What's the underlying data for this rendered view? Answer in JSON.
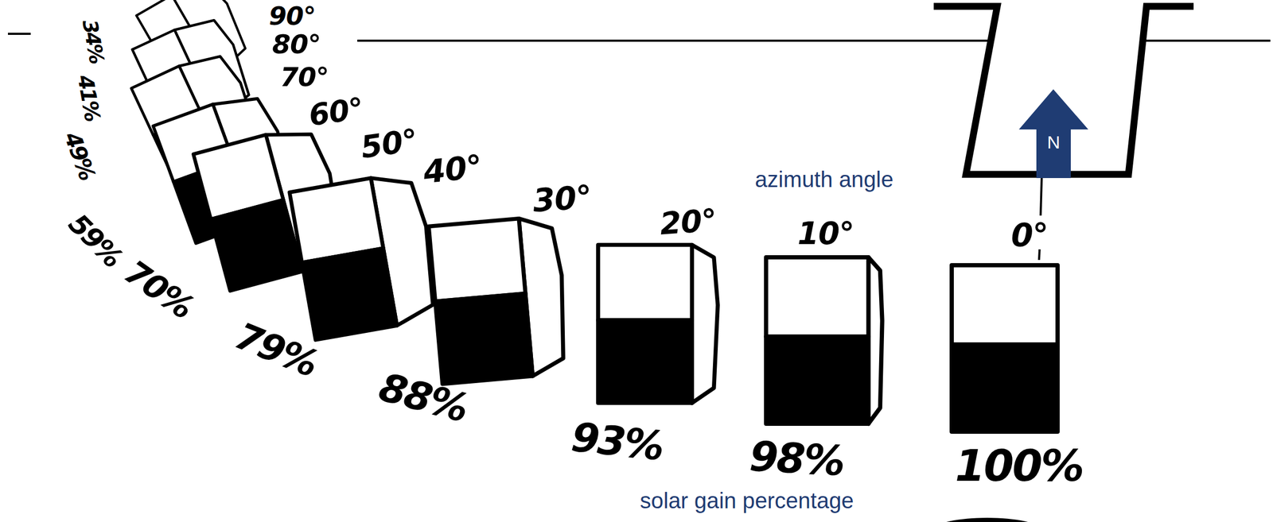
{
  "diagram": {
    "nodes": [
      {
        "text": [
          "N"
        ]
      }
    ],
    "labels": [
      "90°",
      "80°",
      "70°",
      "60°",
      "50°",
      "40°",
      "30°",
      "20°",
      "10°",
      "0°",
      "azimuth angle",
      "34%",
      "41%",
      "49%",
      "59%",
      "70%",
      "79%",
      "88%",
      "93%",
      "98%",
      "100%",
      "solar gain percentage"
    ]
  }
}
